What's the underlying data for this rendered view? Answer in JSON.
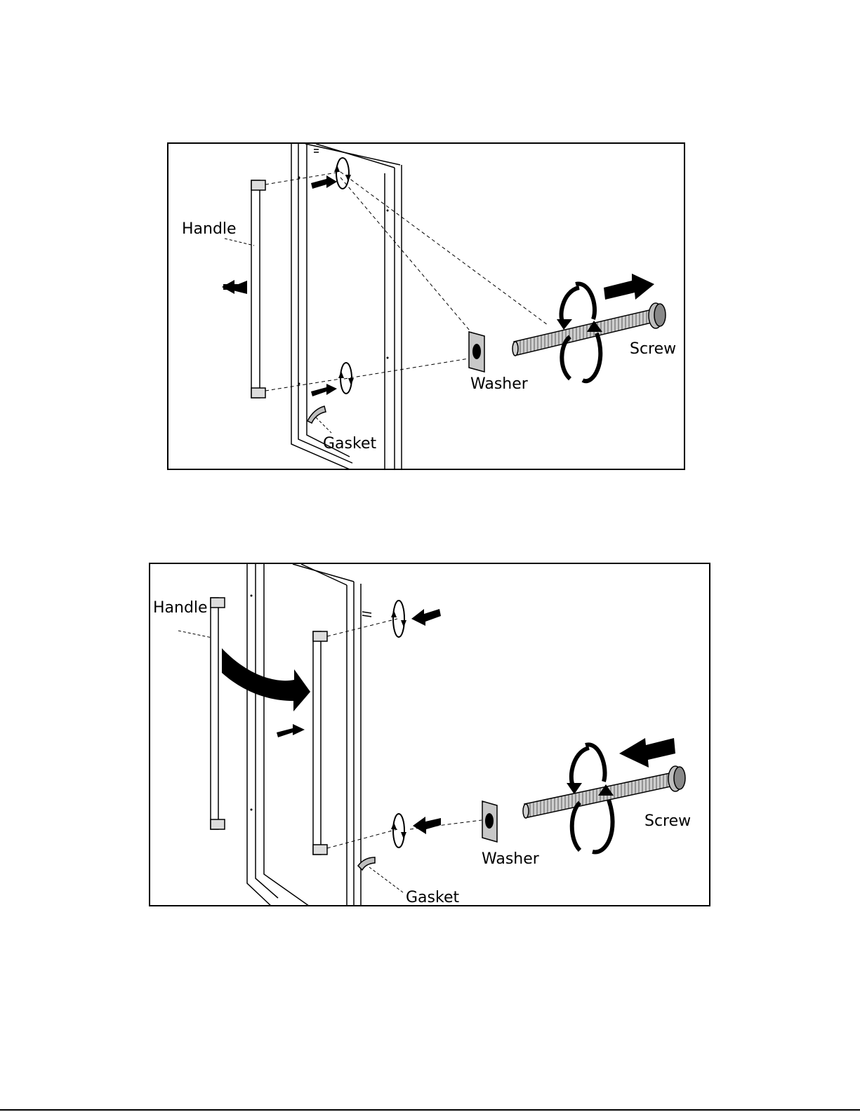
{
  "diagrams": [
    {
      "step": "remove-handle",
      "labels": {
        "handle": "Handle",
        "screw": "Screw",
        "washer": "Washer",
        "gasket": "Gasket"
      }
    },
    {
      "step": "install-handle",
      "labels": {
        "handle": "Handle",
        "screw": "Screw",
        "washer": "Washer",
        "gasket": "Gasket"
      }
    }
  ],
  "colors": {
    "line": "#000000",
    "metal": "#bdbdbd",
    "background": "#ffffff"
  }
}
